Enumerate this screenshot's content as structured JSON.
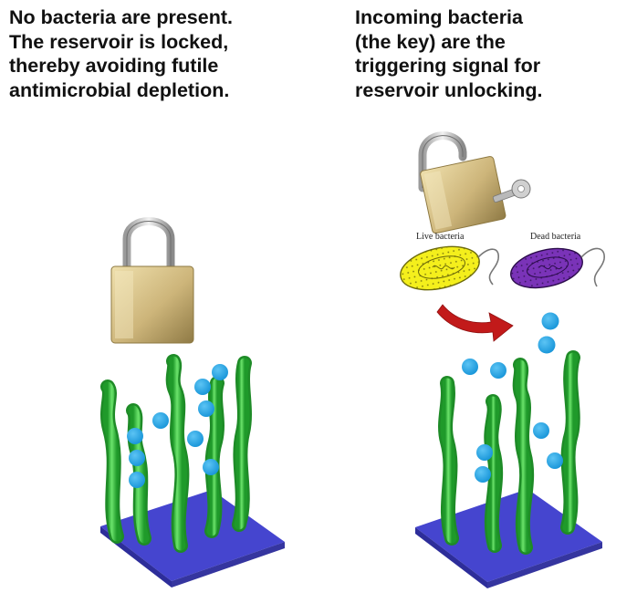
{
  "left_panel": {
    "caption_lines": [
      "No bacteria are present.",
      "The reservoir is locked,",
      "thereby avoiding futile",
      "antimicrobial depletion."
    ]
  },
  "right_panel": {
    "caption_lines": [
      "Incoming bacteria",
      "(the key) are the",
      "triggering signal for",
      "reservoir unlocking."
    ],
    "live_bacteria_label": "Live bacteria",
    "dead_bacteria_label": "Dead bacteria"
  },
  "colors": {
    "substrate": "#4b4bd6",
    "polymer_brush": "#3ec23e",
    "antimicrobial_drop": "#1fa3e6",
    "live_bacteria": "#f2ee1a",
    "dead_bacteria": "#7a33b8",
    "arrow": "#c21a1a",
    "padlock": "#cdb77a"
  },
  "icons": {
    "locked": "padlock-closed-icon",
    "unlocked": "padlock-open-icon",
    "key": "key-icon"
  }
}
